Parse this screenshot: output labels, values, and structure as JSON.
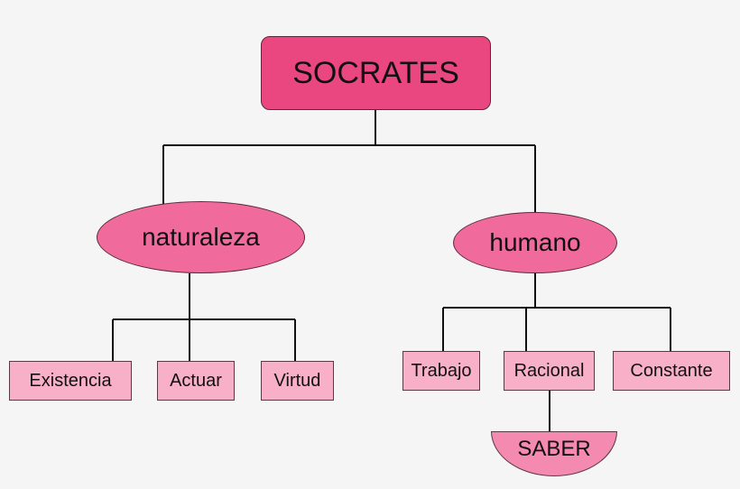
{
  "diagram": {
    "type": "concept-map",
    "background": "#f5f5f5",
    "colors": {
      "root_fill": "#ea4680",
      "branch_fill": "#f06b9b",
      "leaf_fill": "#f8b0c8",
      "half_circle_fill": "#f48ab0",
      "line": "#111111"
    },
    "root": {
      "label": "SOCRATES"
    },
    "branches": [
      {
        "label": "naturaleza",
        "children": [
          {
            "label": "Existencia"
          },
          {
            "label": "Actuar"
          },
          {
            "label": "Virtud"
          }
        ]
      },
      {
        "label": "humano",
        "children": [
          {
            "label": "Trabajo"
          },
          {
            "label": "Racional",
            "children": [
              {
                "label": "SABER"
              }
            ]
          },
          {
            "label": "Constante"
          }
        ]
      }
    ]
  }
}
